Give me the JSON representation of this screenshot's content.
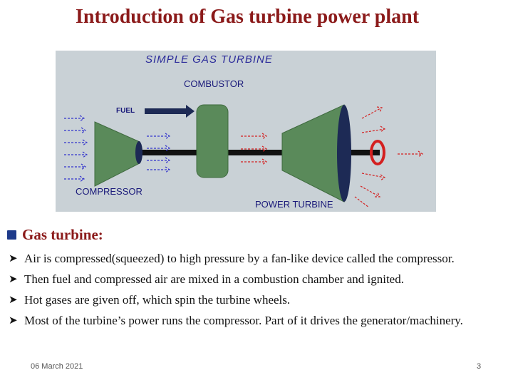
{
  "slide": {
    "title": "Introduction of Gas turbine power plant",
    "heading": "Gas turbine:",
    "bullets": [
      "Air is compressed(squeezed) to high pressure by a fan-like device called the compressor.",
      "Then fuel and compressed air are mixed in a combustion chamber and ignited.",
      "Hot gases are given off, which spin the turbine wheels.",
      "Most of the turbine’s power runs the compressor. Part of it drives the generator/machinery."
    ],
    "footer_date": "06 March 2021",
    "page_number": "3"
  },
  "diagram": {
    "title": "SIMPLE GAS TURBINE",
    "labels": {
      "combustor": "COMBUSTOR",
      "fuel": "FUEL",
      "compressor": "COMPRESSOR",
      "power_turbine": "POWER TURBINE"
    },
    "colors": {
      "background": "#c9d1d6",
      "components": "#5a8a5a",
      "intake_arrows": "#3333cc",
      "exhaust_arrows": "#d42020",
      "shaft": "#111111"
    }
  }
}
